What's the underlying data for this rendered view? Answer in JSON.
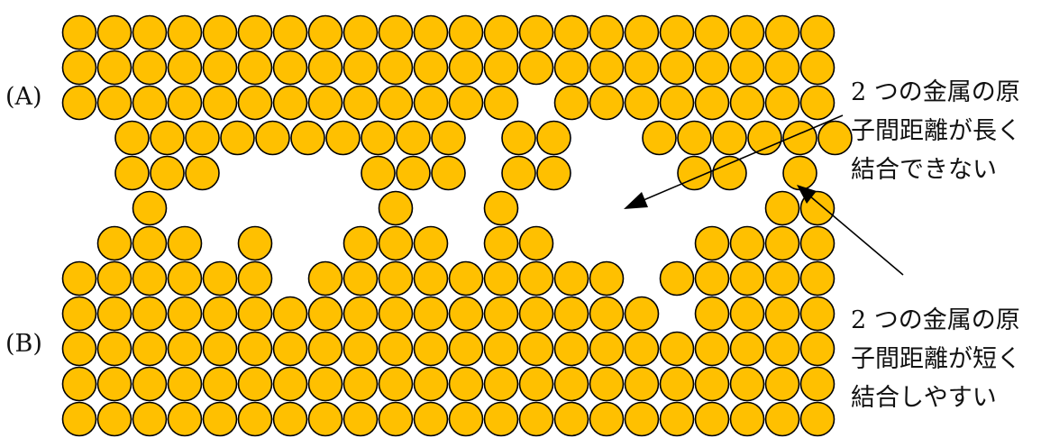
{
  "labels": {
    "a": "(A)",
    "b": "(B)"
  },
  "annotations": {
    "long": [
      "2 つの金属の原",
      "子間距離が長く",
      "結合できない"
    ],
    "short": [
      "2 つの金属の原",
      "子間距離が短く",
      "結合しやすい"
    ]
  },
  "colors": {
    "atom_fill": "#FFC000",
    "atom_stroke": "#000000",
    "arrow": "#000000"
  },
  "lattice": {
    "rows": [
      [
        0,
        1,
        2,
        3,
        4,
        5,
        6,
        7,
        8,
        9,
        10,
        11,
        12,
        13,
        14,
        15,
        16,
        17,
        18,
        19,
        20,
        21
      ],
      [
        0,
        1,
        2,
        3,
        4,
        5,
        6,
        7,
        8,
        9,
        10,
        11,
        12,
        13,
        14,
        15,
        16,
        17,
        18,
        19,
        20,
        21
      ],
      [
        0,
        1,
        2,
        3,
        4,
        5,
        6,
        7,
        8,
        9,
        10,
        11,
        12,
        14,
        15,
        16,
        17,
        18,
        19,
        20,
        21
      ],
      [
        1,
        2,
        3,
        4,
        5,
        6,
        7,
        8,
        9,
        10,
        12,
        13,
        16,
        17,
        18,
        19,
        20,
        21
      ],
      [
        1,
        2,
        3,
        8,
        9,
        10,
        12,
        13,
        17,
        18,
        20
      ],
      [
        2,
        9,
        12,
        20,
        21
      ],
      [
        1,
        2,
        3,
        5,
        8,
        9,
        10,
        12,
        13,
        18,
        19,
        20,
        21
      ],
      [
        0,
        1,
        2,
        3,
        4,
        5,
        7,
        8,
        9,
        10,
        11,
        12,
        13,
        14,
        15,
        17,
        18,
        19,
        20,
        21
      ],
      [
        0,
        1,
        2,
        3,
        4,
        5,
        6,
        7,
        8,
        9,
        10,
        11,
        12,
        13,
        14,
        15,
        16,
        18,
        19,
        20,
        21
      ],
      [
        0,
        1,
        2,
        3,
        4,
        5,
        6,
        7,
        8,
        9,
        10,
        11,
        12,
        13,
        14,
        15,
        16,
        17,
        18,
        19,
        20,
        21
      ],
      [
        0,
        1,
        2,
        3,
        4,
        5,
        6,
        7,
        8,
        9,
        10,
        11,
        12,
        13,
        14,
        15,
        16,
        17,
        18,
        19,
        20,
        21
      ],
      [
        0,
        1,
        2,
        3,
        4,
        5,
        6,
        7,
        8,
        9,
        10,
        11,
        12,
        13,
        14,
        15,
        16,
        17,
        18,
        19,
        20,
        21
      ]
    ]
  }
}
